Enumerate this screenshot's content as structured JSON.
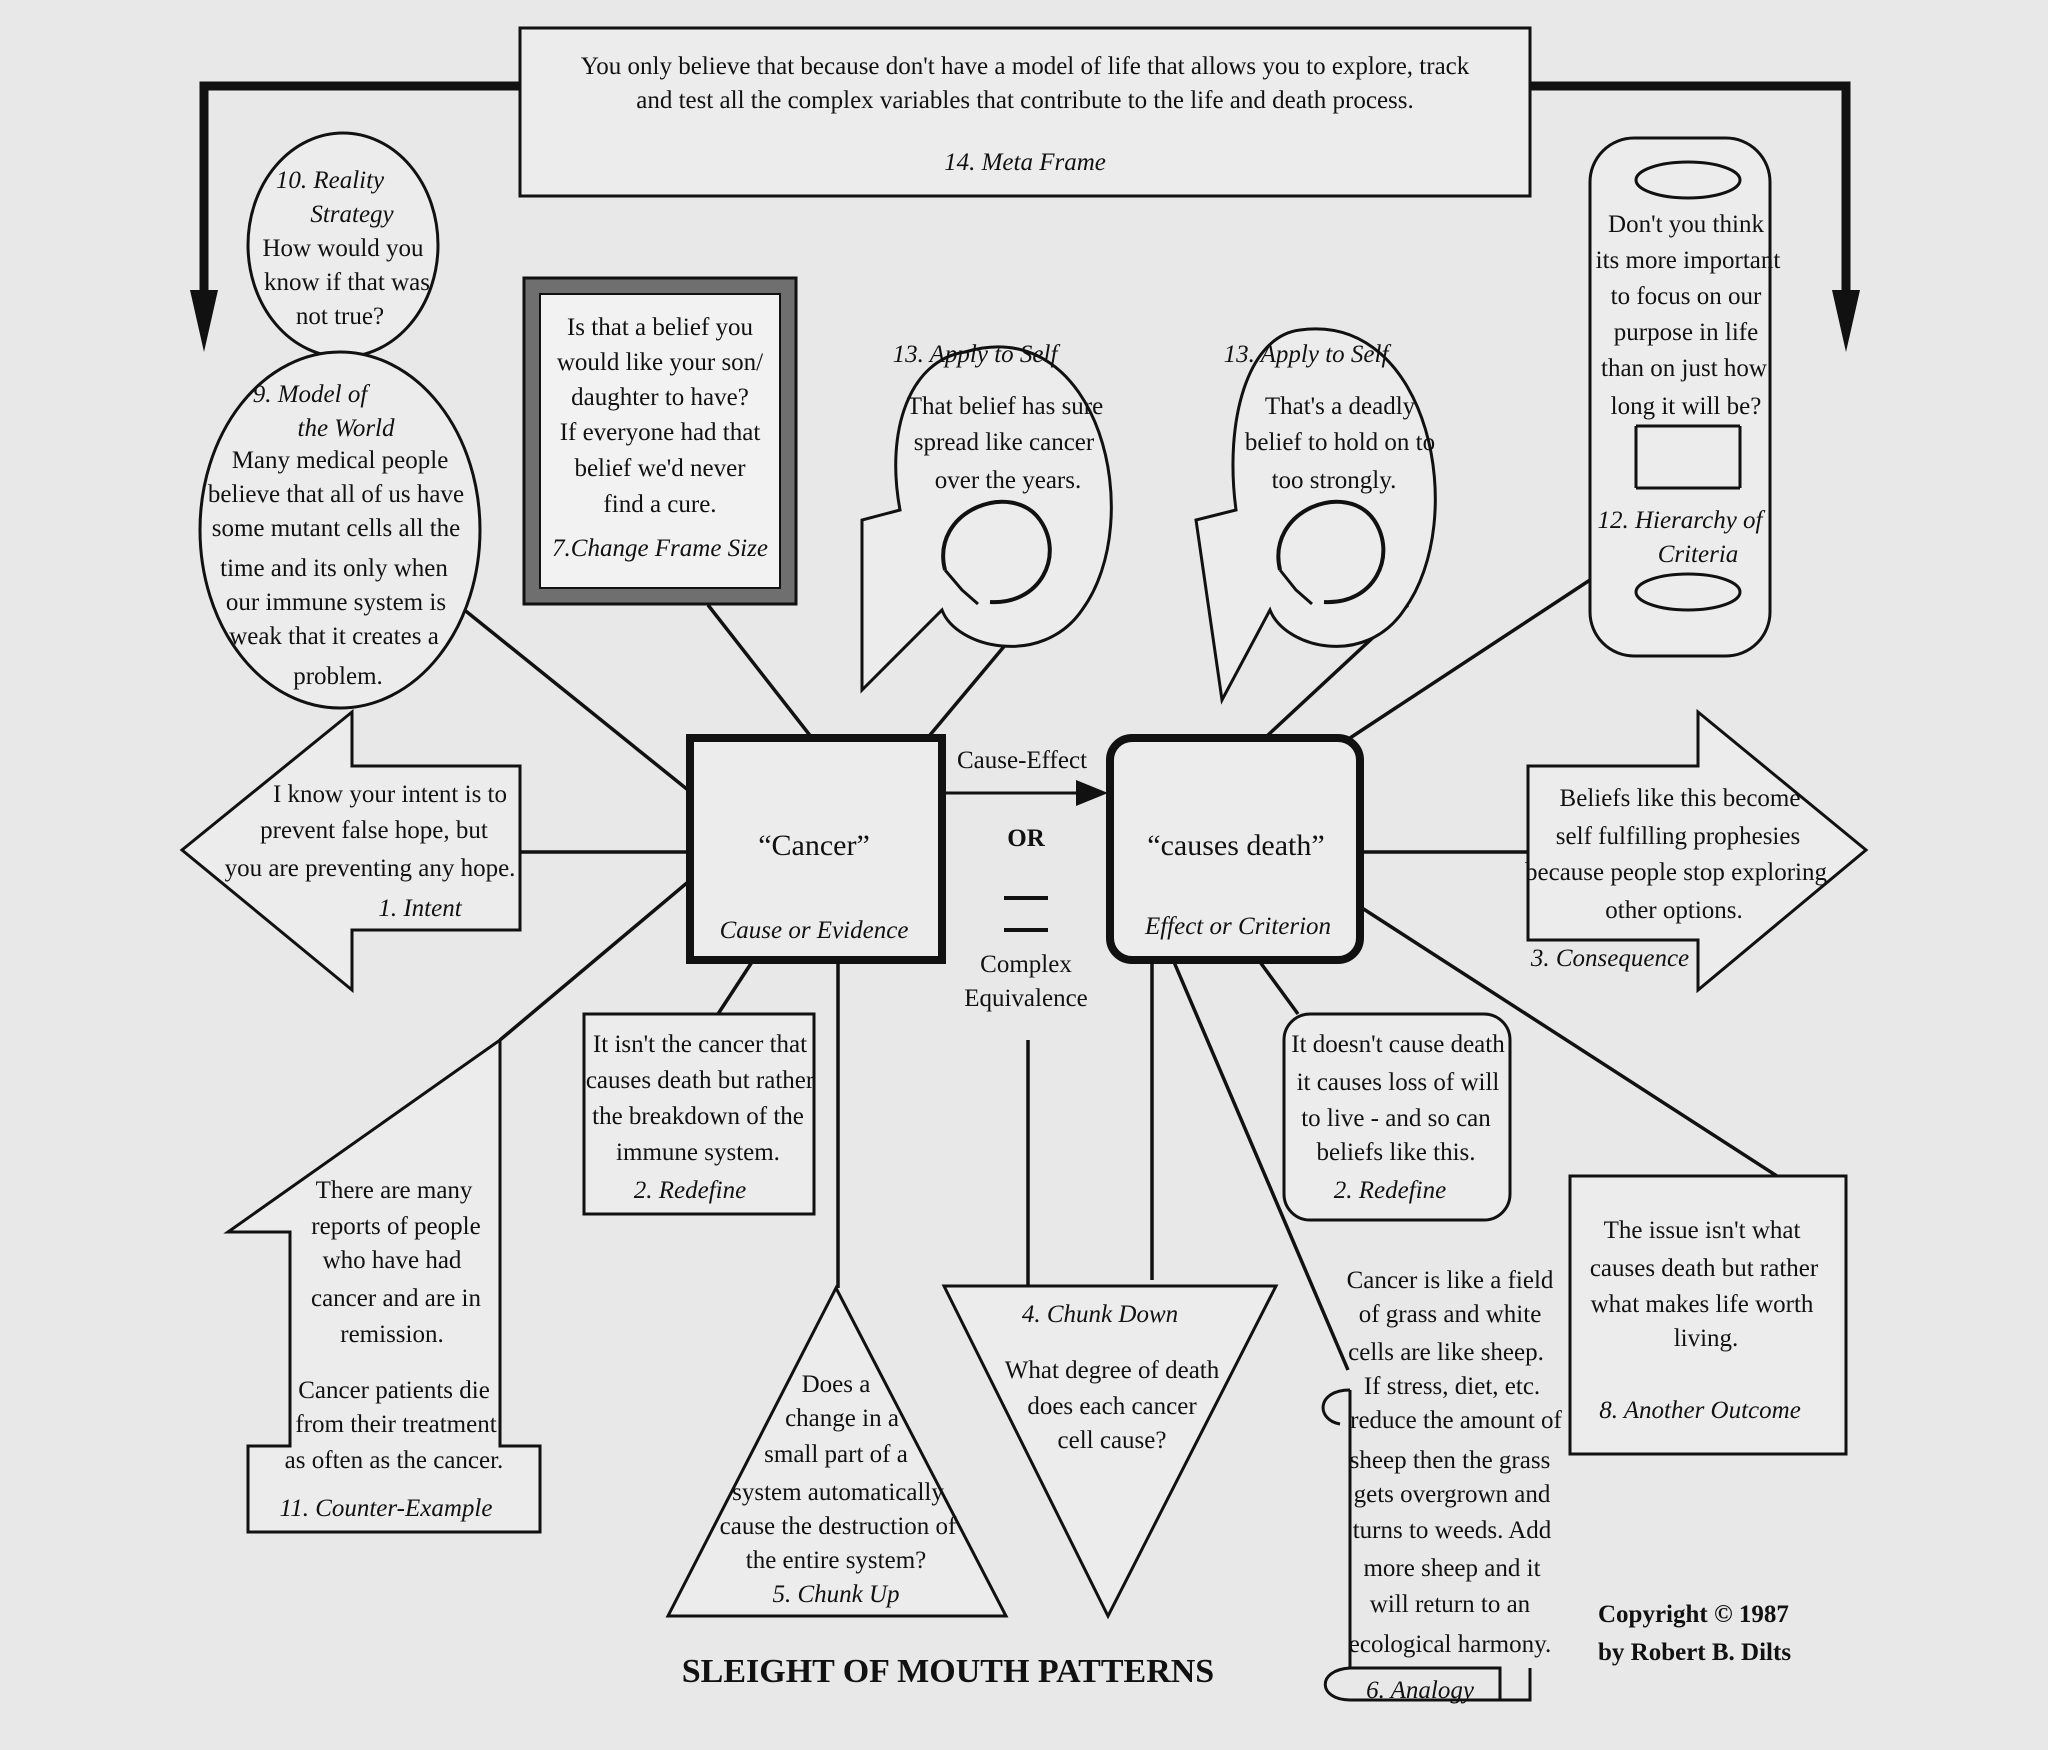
{
  "colors": {
    "background": "#e8e8e8",
    "ink": "#111111",
    "frame_fill": "#6f6f6f",
    "panel": "#f2f2f2"
  },
  "title": "SLEIGHT OF MOUTH PATTERNS",
  "copyright": [
    "Copyright  © 1987",
    "by Robert B. Dilts"
  ],
  "center": {
    "cause_word": "“Cancer”",
    "cause_label": "Cause or Evidence",
    "effect_word": "“causes death”",
    "effect_label": "Effect or Criterion",
    "link_top": "Cause-Effect",
    "link_or": "OR",
    "link_bottom": [
      "Complex",
      "Equivalence"
    ]
  },
  "patterns": {
    "meta_frame": {
      "text": [
        "You only believe that because don't have a model of life that allows you to explore, track",
        "and test all the complex variables that contribute to the life and death process."
      ],
      "label": "14. Meta Frame"
    },
    "reality_strategy": {
      "label": [
        "10. Reality",
        "Strategy"
      ],
      "text": [
        "How would you",
        "know if that was",
        "not true?"
      ]
    },
    "model_of_world": {
      "label": [
        "9. Model of",
        "the World"
      ],
      "text": [
        "Many medical people",
        "believe that all of us have",
        "some mutant cells all the",
        "time and its only when",
        "our immune system is",
        "weak that it creates a",
        "problem."
      ]
    },
    "change_frame_size": {
      "text": [
        "Is that a belief you",
        "would like your  son/",
        "daughter to have?",
        "If everyone had that",
        "belief we'd never",
        "find a cure."
      ],
      "label": "7.Change Frame Size"
    },
    "apply_to_self_1": {
      "label": "13. Apply to Self",
      "text": [
        "That belief has sure",
        "spread like cancer",
        "over the years."
      ]
    },
    "apply_to_self_2": {
      "label": "13. Apply to Self",
      "text": [
        "That's a deadly",
        "belief to hold on to",
        "too strongly."
      ]
    },
    "hierarchy_of_criteria": {
      "text": [
        "Don't you think",
        "its more important",
        "to focus on our",
        "purpose in life",
        "than on just how",
        "long it will  be?"
      ],
      "label": [
        "12. Hierarchy of",
        "Criteria"
      ]
    },
    "intent": {
      "text": [
        "I know your intent is to",
        "prevent false hope, but",
        "you are preventing  any hope."
      ],
      "label": "1.  Intent"
    },
    "consequence": {
      "text": [
        "Beliefs like this become",
        "self fulfilling prophesies",
        "because people stop exploring",
        "other options."
      ],
      "label": "3. Consequence"
    },
    "redefine_1": {
      "text": [
        "It isn't the cancer that",
        "causes death but rather",
        "the breakdown of the",
        "immune system."
      ],
      "label": "2.  Redefine"
    },
    "redefine_2": {
      "text": [
        "It doesn't cause death",
        "it causes loss of will",
        "to live - and so can",
        "beliefs like this."
      ],
      "label": "2.  Redefine"
    },
    "counter_example": {
      "text1": [
        "There are many",
        "reports of people",
        "who have had",
        "cancer and are in",
        "remission."
      ],
      "text2": [
        "Cancer patients die",
        "from their treatment",
        "as often as the cancer."
      ],
      "label": "11. Counter-Example"
    },
    "chunk_up": {
      "text": [
        "Does a",
        "change in a",
        "small part of a",
        "system automatically",
        "cause the destruction of",
        "the entire system?"
      ],
      "label": "5.  Chunk Up"
    },
    "chunk_down": {
      "label": "4.  Chunk Down",
      "text": [
        "What degree of death",
        "does each cancer",
        "cell cause?"
      ]
    },
    "analogy": {
      "text": [
        "Cancer is like a field",
        "of grass and white",
        "cells are like sheep.",
        "If stress, diet, etc.",
        "reduce the amount of",
        "sheep then the grass",
        "gets overgrown and",
        "turns to weeds.  Add",
        "more sheep and it",
        "will return to an",
        "ecological harmony."
      ],
      "label": "6. Analogy"
    },
    "another_outcome": {
      "text": [
        "The issue isn't what",
        "causes death but rather",
        "what makes life worth",
        "living."
      ],
      "label": "8.  Another Outcome"
    }
  }
}
